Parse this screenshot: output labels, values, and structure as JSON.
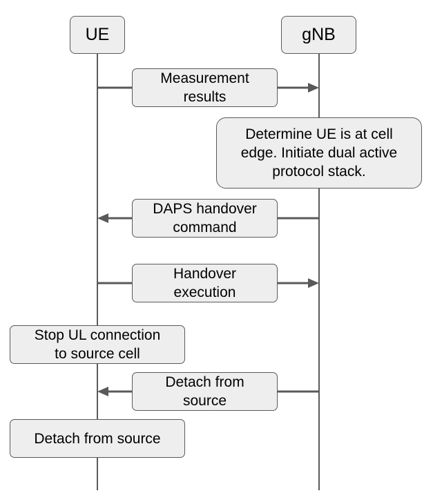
{
  "colors": {
    "box_fill": "#eeeeee",
    "box_border": "#595959",
    "line": "#595959",
    "arrow": "#595959"
  },
  "actors": {
    "ue": "UE",
    "gnb": "gNB"
  },
  "messages": [
    {
      "label": "Measurement\nresults",
      "direction": "ue-to-gnb"
    },
    {
      "label": "DAPS handover\ncommand",
      "direction": "gnb-to-ue"
    },
    {
      "label": "Handover\nexecution",
      "direction": "ue-to-gnb"
    },
    {
      "label": "Detach from\nsource",
      "direction": "gnb-to-ue"
    }
  ],
  "notes": {
    "gnb_cell_edge": "Determine UE is at cell\nedge. Initiate dual active\nprotocol stack.",
    "ue_stop_ul": "Stop UL connection\nto source cell",
    "ue_detach": "Detach from source"
  }
}
